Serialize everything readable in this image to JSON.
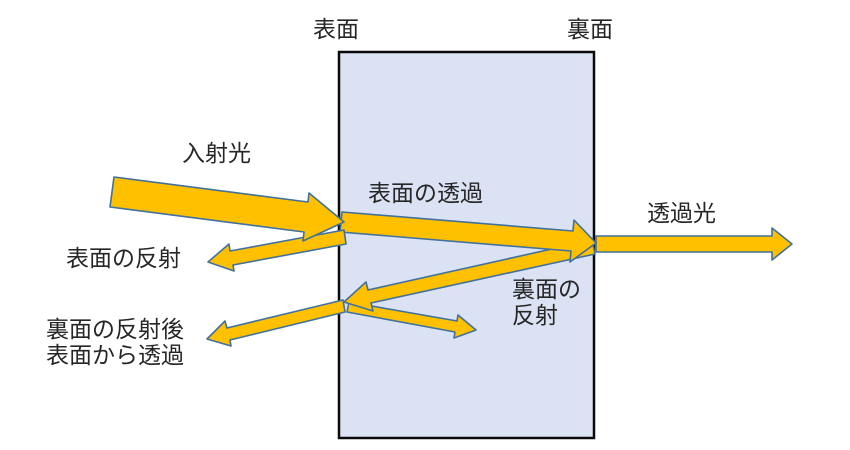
{
  "diagram": {
    "colors": {
      "background": "#FFFFFF",
      "arrow_fill": "#FFC000",
      "arrow_outline": "#41719C",
      "slab_fill": "#DAE2F3",
      "slab_border": "#0A0A0A",
      "text": "#262626"
    },
    "surfaces": {
      "front": "表面",
      "back": "裏面"
    },
    "labels": {
      "incident": "入射光",
      "front_transmission": "表面の透過",
      "transmitted": "透過光",
      "front_reflection": "表面の反射",
      "back_reflection_lines": [
        "裏面の",
        "反射"
      ],
      "exit_lines": [
        "裏面の反射後",
        "表面から透過"
      ]
    }
  }
}
